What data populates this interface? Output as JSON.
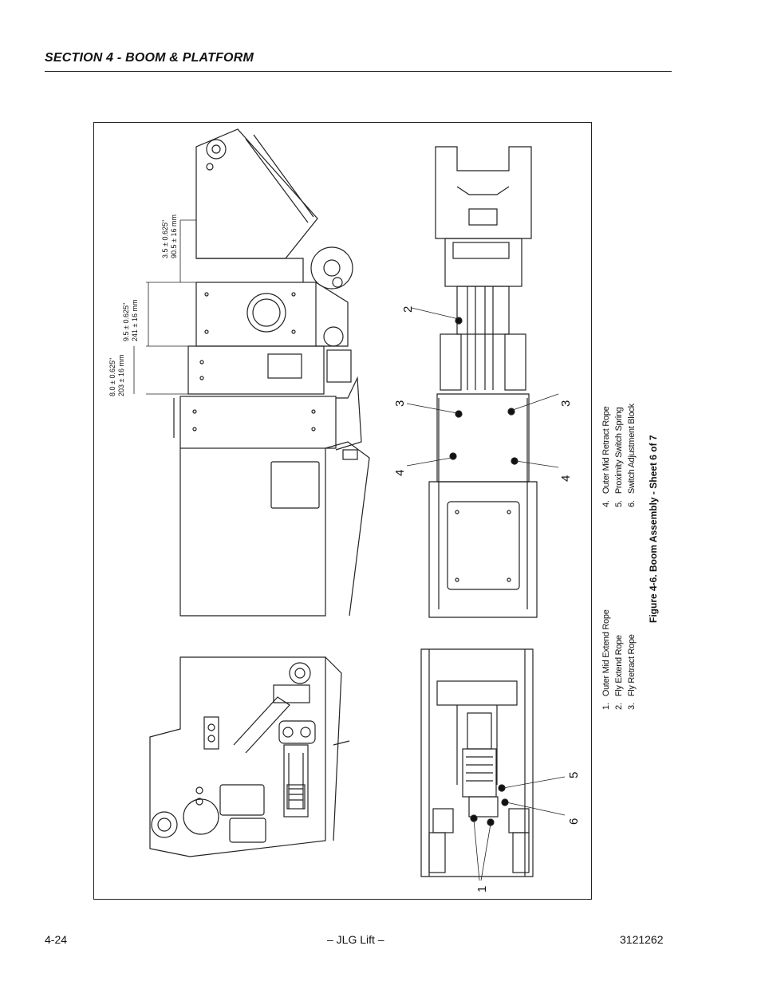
{
  "header": {
    "section_title": "SECTION 4 - BOOM & PLATFORM"
  },
  "dimensions": {
    "d1_in": "3.5 ± 0.625\"",
    "d1_mm": "90.5 ± 16 mm",
    "d2_in": "9.5 ± 0.625\"",
    "d2_mm": "241 ± 16 mm",
    "d3_in": "8.0 ± 0.625\"",
    "d3_mm": "203 ± 16 mm"
  },
  "callouts": [
    "1",
    "2",
    "3",
    "3",
    "4",
    "4",
    "5",
    "6"
  ],
  "legend": {
    "items": [
      {
        "num": "1.",
        "text": "Outer Mid Extend Rope"
      },
      {
        "num": "2.",
        "text": "Fly Extend Rope"
      },
      {
        "num": "3.",
        "text": "Fly Retract Rope"
      },
      {
        "num": "4.",
        "text": "Outer Mid Retract Rope"
      },
      {
        "num": "5.",
        "text": "Proximity Switch Spring"
      },
      {
        "num": "6.",
        "text": "Switch Adjustment Block"
      }
    ]
  },
  "figure": {
    "caption": "Figure 4-6.  Boom Assembly - Sheet 6 of 7"
  },
  "footer": {
    "page_number": "4-24",
    "center": "– JLG Lift –",
    "doc_number": "3121262"
  }
}
